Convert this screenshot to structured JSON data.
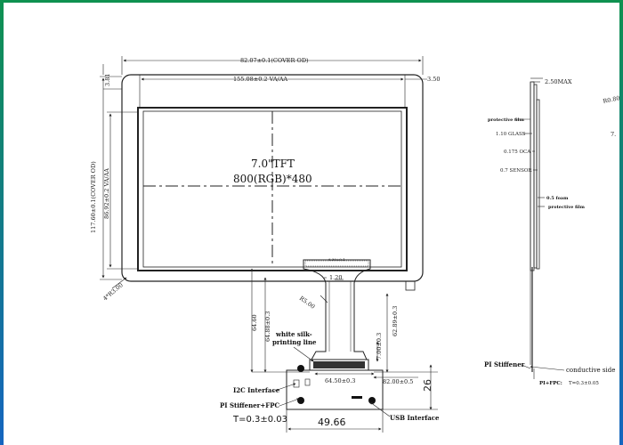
{
  "drawing": {
    "dims": {
      "cover_od_w": "82.07±0.1(COVER OD)",
      "va_w": "155.08±0.2 VA/AA",
      "va_right": "3.50",
      "top_left_small": "3.81",
      "cover_od_h": "117.60±0.1(COVER OD)",
      "va_h": "86.92±0.2 VA/AA",
      "corner": "4*R3.00",
      "fpc_top": "6.30±0.1",
      "fpc_w": "1.20",
      "fpc_radius": "R5.00",
      "fpc_len1": "64.60",
      "fpc_len2": "64.88±0.3",
      "fpc_len3": "62.89±0.3",
      "fpc_len4": "7.00±0.3",
      "conn_w1": "64.50±0.3",
      "conn_w2": "82.00±0.5",
      "right_26": "26",
      "bottom_49": "49.66",
      "side_thick": "2.50MAX",
      "side_radius": "R0.80",
      "side_right_num": "7."
    },
    "title_line1": "7.0\"TFT",
    "title_line2": "800(RGB)*480",
    "labels": {
      "silk_line1": "white silk-",
      "silk_line2": "printing line",
      "i2c": "I2C Interface",
      "pi_fpc": "PI Stiffener+FPC",
      "t_left": "T=0.3±0.03",
      "usb": "USB Interface",
      "pi_stiffener": "PI Stiffener",
      "conductive": "conductive side",
      "pi_fpc_right": "PI+FPC:",
      "t_right": "T=0.3±0.05"
    },
    "layers": {
      "protective_film_top": "protective film",
      "glass": "1.10 GLASS",
      "oca": "0.175 OCA",
      "sensor": "0.7 SENSOR",
      "foam": "0.5 foam",
      "protective_film_bottom": "protective film"
    }
  },
  "colors": {
    "border_green": "#0f9150",
    "border_blue": "#1565c0"
  }
}
